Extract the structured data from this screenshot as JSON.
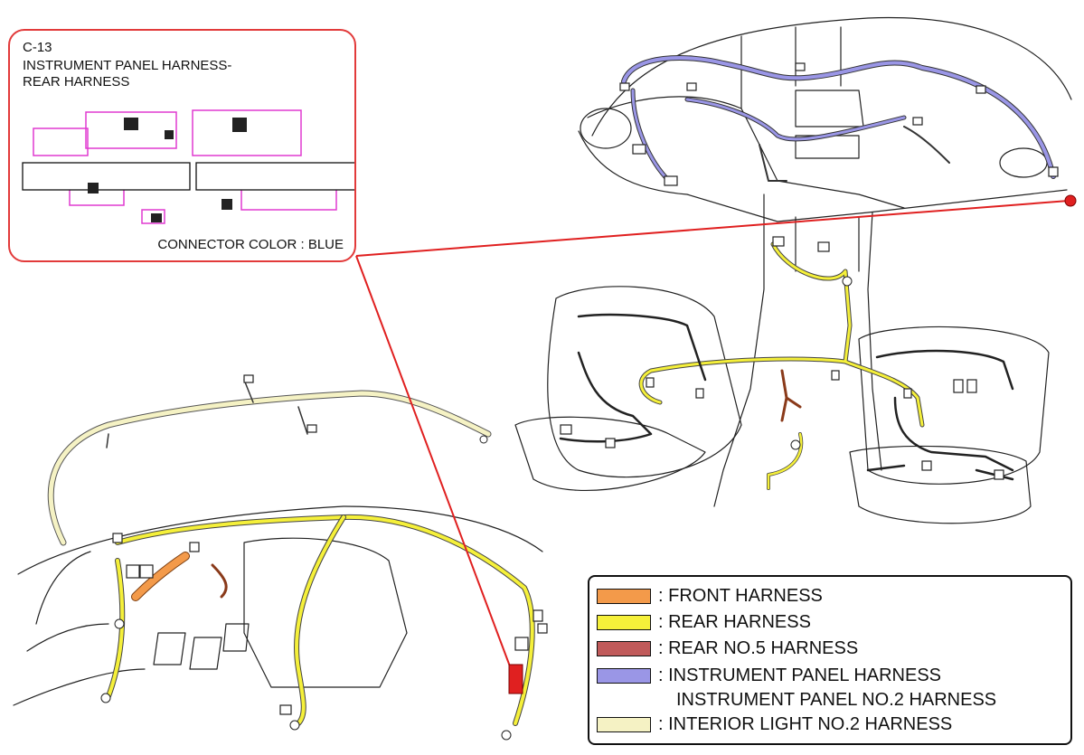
{
  "inset": {
    "code": "C-13",
    "title": "INSTRUMENT PANEL HARNESS-\nREAR HARNESS",
    "connector_color": "CONNECTOR COLOR : BLUE",
    "border_color": "#e23a3a"
  },
  "legend": {
    "items": [
      {
        "label": ": FRONT HARNESS",
        "color": "#f39a4a"
      },
      {
        "label": ": REAR HARNESS",
        "color": "#f5f03a"
      },
      {
        "label": ": REAR NO.5 HARNESS",
        "color": "#c05a5a"
      },
      {
        "label": ": INSTRUMENT PANEL HARNESS",
        "label2": "INSTRUMENT PANEL NO.2 HARNESS",
        "color": "#9a96e6"
      },
      {
        "label": ": INTERIOR LIGHT NO.2 HARNESS",
        "color": "#f5f2c4"
      }
    ]
  },
  "callout_color": "#e02020"
}
